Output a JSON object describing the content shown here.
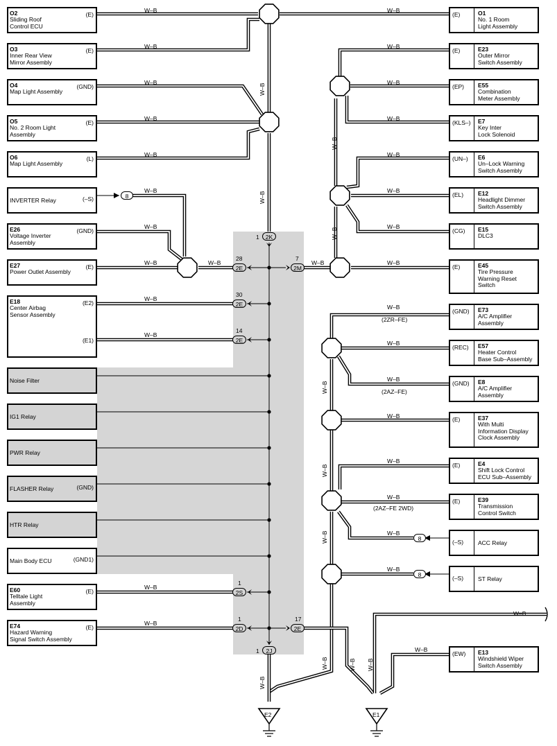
{
  "wire_color": "W–B",
  "left_components": [
    {
      "id": "o2",
      "code": "O2",
      "name": "Sliding Roof\nControl ECU",
      "pin": "(E)"
    },
    {
      "id": "o3",
      "code": "O3",
      "name": "Inner Rear View\nMirror Assembly",
      "pin": "(E)"
    },
    {
      "id": "o4",
      "code": "O4",
      "name": "Map Light Assembly",
      "pin": "(GND)"
    },
    {
      "id": "o5",
      "code": "O5",
      "name": "No. 2 Room Light\nAssembly",
      "pin": "(E)"
    },
    {
      "id": "o6",
      "code": "O6",
      "name": "Map Light Assembly",
      "pin": "(L)"
    },
    {
      "id": "inverter",
      "code": "",
      "name": "INVERTER Relay",
      "pin": "(–S)"
    },
    {
      "id": "e26",
      "code": "E26",
      "name": "Voltage Inverter\nAssembly",
      "pin": "(GND)"
    },
    {
      "id": "e27",
      "code": "E27",
      "name": "Power Outlet Assembly",
      "pin": "(E)"
    },
    {
      "id": "e18",
      "code": "E18",
      "name": "Center Airbag\nSensor Assembly",
      "pin": "(E2)",
      "pin2": "(E1)"
    },
    {
      "id": "noise",
      "code": "",
      "name": "Noise Filter",
      "pin": ""
    },
    {
      "id": "ig1",
      "code": "",
      "name": "IG1 Relay",
      "pin": ""
    },
    {
      "id": "pwr",
      "code": "",
      "name": "PWR Relay",
      "pin": ""
    },
    {
      "id": "flasher",
      "code": "",
      "name": "FLASHER Relay",
      "pin": "(GND)"
    },
    {
      "id": "htr",
      "code": "",
      "name": "HTR Relay",
      "pin": ""
    },
    {
      "id": "mainbody",
      "code": "",
      "name": "Main Body ECU",
      "pin": "(GND1)"
    },
    {
      "id": "e60",
      "code": "E60",
      "name": "Telltale Light\nAssembly",
      "pin": "(E)"
    },
    {
      "id": "e74",
      "code": "E74",
      "name": "Hazard Warning\nSignal Switch Assembly",
      "pin": "(E)"
    }
  ],
  "right_components": [
    {
      "id": "o1",
      "code": "O1",
      "name": "No. 1 Room\nLight Assembly",
      "pin": "(E)"
    },
    {
      "id": "e23",
      "code": "E23",
      "name": "Outer Mirror\nSwitch Assembly",
      "pin": "(E)"
    },
    {
      "id": "e55",
      "code": "E55",
      "name": "Combination\nMeter Assembly",
      "pin": "(EP)"
    },
    {
      "id": "e7",
      "code": "E7",
      "name": "Key Inter\nLock Solenoid",
      "pin": "(KLS–)"
    },
    {
      "id": "e6",
      "code": "E6",
      "name": "Un–Lock Warning\nSwitch Assembly",
      "pin": "(UN–)"
    },
    {
      "id": "e12",
      "code": "E12",
      "name": "Headlight Dimmer\nSwitch Assembly",
      "pin": "(EL)"
    },
    {
      "id": "e15",
      "code": "E15",
      "name": "DLC3",
      "pin": "(CG)"
    },
    {
      "id": "e45",
      "code": "E45",
      "name": "Tire Pressure\nWarning Reset\nSwitch",
      "pin": "(E)"
    },
    {
      "id": "e73",
      "code": "E73",
      "name": "A/C Amplifier\nAssembly",
      "pin": "(GND)"
    },
    {
      "id": "e57",
      "code": "E57",
      "name": "Heater Control\nBase Sub–Assembly",
      "pin": "(REC)"
    },
    {
      "id": "e8",
      "code": "E8",
      "name": "A/C Amplifier\nAssembly",
      "pin": "(GND)"
    },
    {
      "id": "e37",
      "code": "E37",
      "name": "With Multi\nInformation Display\nClock Assembly",
      "pin": "(E)"
    },
    {
      "id": "e4",
      "code": "E4",
      "name": "Shift Lock Control\nECU Sub–Assembly",
      "pin": "(E)"
    },
    {
      "id": "e39",
      "code": "E39",
      "name": "Transmission\nControl Switch",
      "pin": "(E)"
    },
    {
      "id": "acc",
      "code": "",
      "name": "ACC Relay",
      "pin": "(–S)"
    },
    {
      "id": "st",
      "code": "",
      "name": "ST Relay",
      "pin": "(–S)"
    },
    {
      "id": "e13",
      "code": "E13",
      "name": "Windshield Wiper\nSwitch Assembly",
      "pin": "(EW)"
    }
  ],
  "connectors": {
    "c2k": "2K",
    "c2e_a": "2E",
    "c2m": "2M",
    "c2e_b": "2E",
    "c2e_c": "2E",
    "c2s": "2S",
    "c2d": "2D",
    "c2e_d": "2E",
    "c2j": "2J",
    "inv8": "8",
    "acc8": "8",
    "st8": "8"
  },
  "pin_numbers": {
    "p2k": "1",
    "p28": "28",
    "p7": "7",
    "p30": "30",
    "p14": "14",
    "p2s": "1",
    "p2d": "1",
    "p17": "17",
    "p2j": "1"
  },
  "variant_notes": {
    "zr": "(2ZR–FE)",
    "az": "(2AZ–FE)",
    "az2wd": "(2AZ–FE 2WD)"
  },
  "grounds": {
    "e2": "E2",
    "e1": "E1"
  }
}
